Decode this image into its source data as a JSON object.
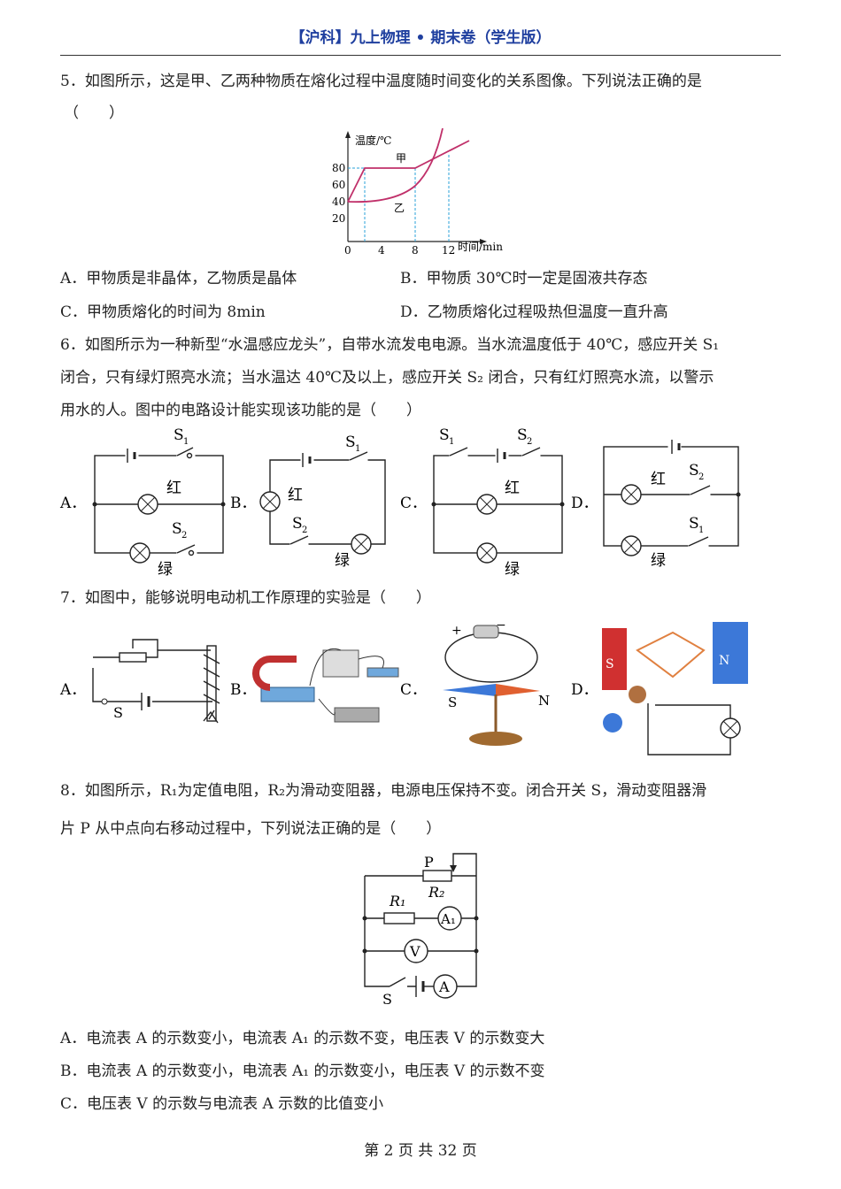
{
  "header": {
    "title": "【沪科】九上物理 • 期末卷（学生版）"
  },
  "q5": {
    "stem": "5．如图所示，这是甲、乙两种物质在熔化过程中温度随时间变化的关系图像。下列说法正确的是",
    "blank": "（　　）",
    "graph": {
      "ylabel": "温度/℃",
      "xlabel": "时间/min",
      "yticks": [
        "80",
        "60",
        "40",
        "20"
      ],
      "xticks": [
        "0",
        "4",
        "8",
        "12"
      ],
      "series": [
        "甲",
        "乙"
      ],
      "line_color": "#c0306a",
      "guide_color": "#2aa0d8"
    },
    "options": [
      "A．甲物质是非晶体，乙物质是晶体",
      "B．甲物质 30℃时一定是固液共存态",
      "C．甲物质熔化的时间为 8min",
      "D．乙物质熔化过程吸热但温度一直升高"
    ]
  },
  "q6": {
    "lines": [
      "6．如图所示为一种新型“水温感应龙头”，自带水流发电电源。当水流温度低于 40℃，感应开关 S₁",
      "闭合，只有绿灯照亮水流；当水温达 40℃及以上，感应开关 S₂ 闭合，只有红灯照亮水流，以警示",
      "用水的人。图中的电路设计能实现该功能的是（　　）"
    ],
    "labels": {
      "A": "A．",
      "B": "B．",
      "C": "C．",
      "D": "D．",
      "red": "红",
      "green": "绿",
      "s1": "S",
      "s2": "S",
      "sub1": "1",
      "sub2": "2"
    }
  },
  "q7": {
    "stem": "7．如图中，能够说明电动机工作原理的实验是（　　）",
    "labels": {
      "A": "A．",
      "B": "B．",
      "C": "C．",
      "D": "D．",
      "s": "S",
      "plus": "+",
      "minus": "−",
      "south": "S",
      "north": "N"
    }
  },
  "q8": {
    "lines": [
      "8．如图所示，R₁为定值电阻，R₂为滑动变阻器，电源电压保持不变。闭合开关 S，滑动变阻器滑",
      "片 P 从中点向右移动过程中，下列说法正确的是（　　）"
    ],
    "labels": {
      "p": "P",
      "r1": "R₁",
      "r2": "R₂",
      "a1": "A₁",
      "v": "V",
      "a": "A",
      "s": "S"
    },
    "options": [
      "A．电流表 A 的示数变小，电流表 A₁ 的示数不变，电压表 V 的示数变大",
      "B．电流表 A 的示数变小，电流表 A₁ 的示数变小，电压表 V 的示数不变",
      "C．电压表 V 的示数与电流表 A 示数的比值变小"
    ]
  },
  "footer": {
    "page": "第 2 页 共 32 页"
  }
}
